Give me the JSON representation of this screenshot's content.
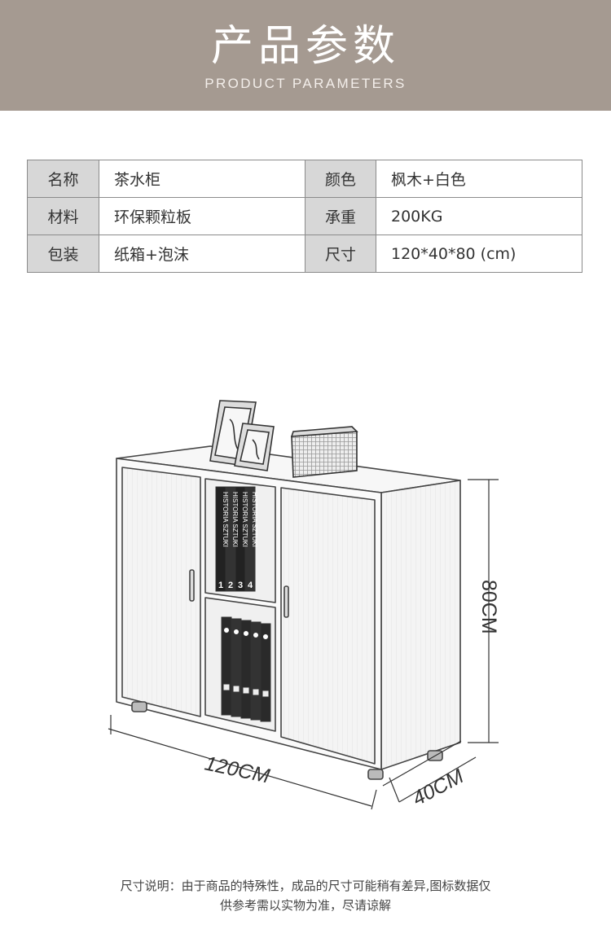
{
  "header": {
    "title": "产品参数",
    "subtitle": "PRODUCT PARAMETERS"
  },
  "params": {
    "rows": [
      [
        {
          "key": "名称",
          "value": "茶水柜"
        },
        {
          "key": "颜色",
          "value": "枫木+白色"
        }
      ],
      [
        {
          "key": "材料",
          "value": "环保颗粒板"
        },
        {
          "key": "承重",
          "value": "200KG"
        }
      ],
      [
        {
          "key": "包装",
          "value": "纸箱+泡沫"
        },
        {
          "key": "尺寸",
          "value": "120*40*80 (cm)"
        }
      ]
    ]
  },
  "dimensions": {
    "width": "120CM",
    "depth": "40CM",
    "height": "80CM"
  },
  "books": {
    "upper": "HISTORIA SZTUKI",
    "upper_numbers": [
      "1",
      "2",
      "3",
      "4"
    ]
  },
  "footer": {
    "line1": "尺寸说明：由于商品的特殊性，成品的尺寸可能稍有差异,图标数据仅",
    "line2": "供参考需以实物为准，尽请谅解"
  },
  "colors": {
    "banner": "#a59a91",
    "table_key_bg": "#d7d7d7",
    "table_border": "#8b8b8b"
  }
}
